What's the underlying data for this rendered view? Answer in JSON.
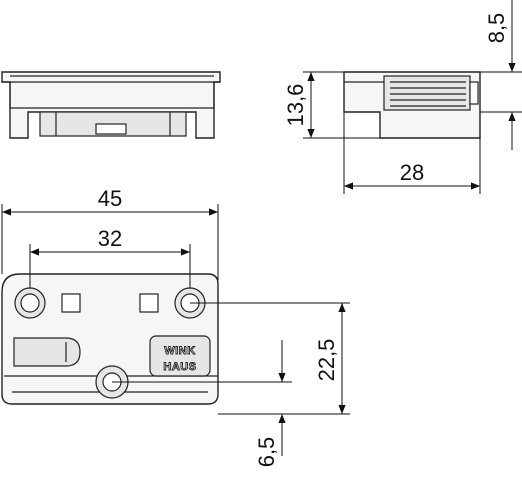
{
  "dimensions": {
    "height_side": "13,6",
    "top_offset": "8,5",
    "depth": "28",
    "overall_width": "45",
    "hole_spacing": "32",
    "hole_to_base": "22,5",
    "lower_hole_to_base": "6,5"
  },
  "brand_logo": {
    "line1": "WINK",
    "line2": "HAUS"
  },
  "colors": {
    "line": "#222222",
    "body_fill": "#f6f6f6",
    "shadow_fill": "#e6e6e6"
  }
}
